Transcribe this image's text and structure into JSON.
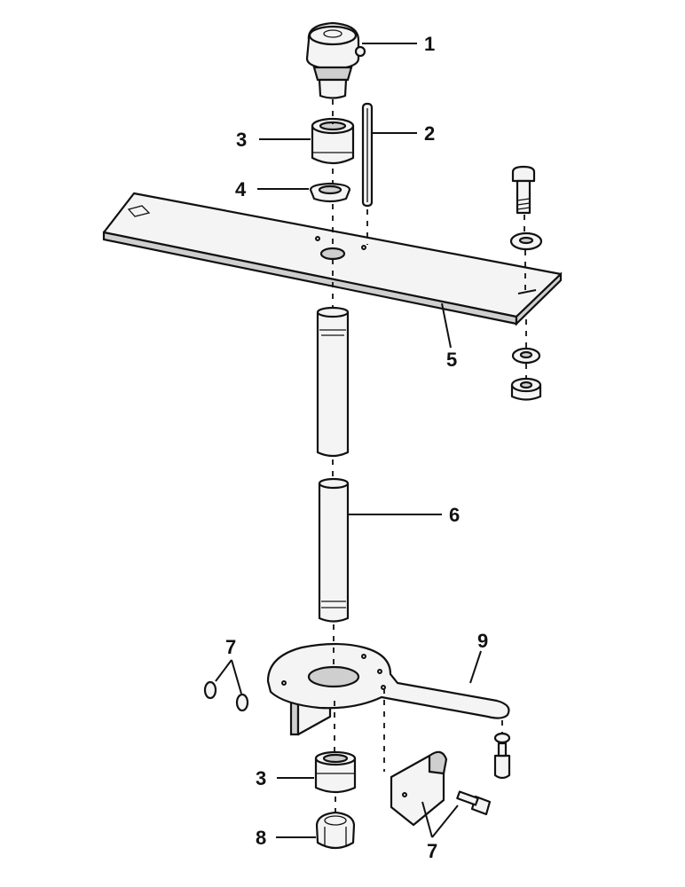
{
  "callouts": {
    "c1": "1",
    "c2": "2",
    "c3_top": "3",
    "c4": "4",
    "c5": "5",
    "c6": "6",
    "c7_left": "7",
    "c9": "9",
    "c3_bottom": "3",
    "c8": "8",
    "c7_bottom": "7"
  }
}
